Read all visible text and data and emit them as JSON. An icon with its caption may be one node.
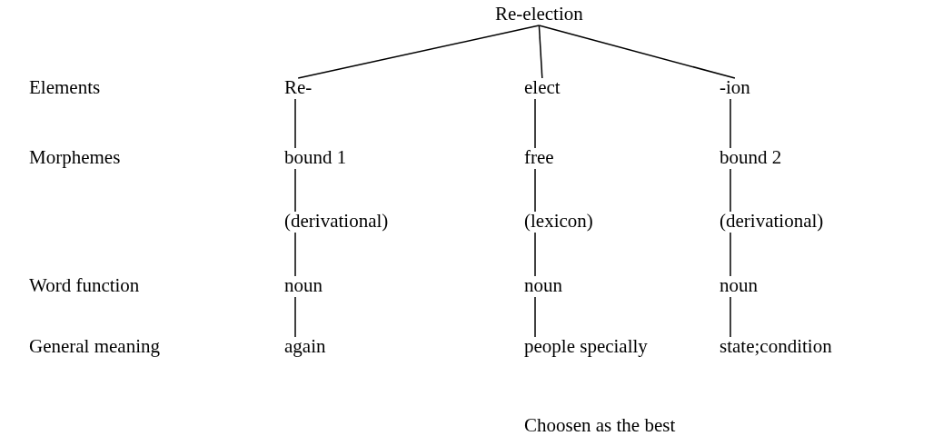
{
  "diagram": {
    "nodes": [
      {
        "text": [
          "Re-election"
        ]
      },
      {
        "text": [
          "Re-"
        ]
      },
      {
        "text": [
          "elect"
        ]
      },
      {
        "text": [
          "-ion"
        ]
      },
      {
        "text": [
          "bound 1"
        ]
      },
      {
        "text": [
          "free"
        ]
      },
      {
        "text": [
          "bound 2"
        ]
      },
      {
        "text": [
          "(derivational)"
        ]
      },
      {
        "text": [
          "(lexicon)"
        ]
      },
      {
        "text": [
          "(derivational)"
        ]
      },
      {
        "text": [
          "noun"
        ]
      },
      {
        "text": [
          "noun"
        ]
      },
      {
        "text": [
          "noun"
        ]
      },
      {
        "text": [
          "again"
        ]
      },
      {
        "text": [
          "people specially",
          "Choosen as the best"
        ]
      },
      {
        "text": [
          "state;condition"
        ]
      }
    ],
    "edges": [
      {
        "from": 0,
        "to": 1,
        "arrow": "none"
      },
      {
        "from": 0,
        "to": 2,
        "arrow": "none"
      },
      {
        "from": 0,
        "to": 3,
        "arrow": "none"
      },
      {
        "from": 1,
        "to": 4,
        "arrow": "none"
      },
      {
        "from": 4,
        "to": 7,
        "arrow": "none"
      },
      {
        "from": 7,
        "to": 10,
        "arrow": "none"
      },
      {
        "from": 10,
        "to": 13,
        "arrow": "none"
      },
      {
        "from": 2,
        "to": 5,
        "arrow": "none"
      },
      {
        "from": 5,
        "to": 8,
        "arrow": "none"
      },
      {
        "from": 8,
        "to": 11,
        "arrow": "none"
      },
      {
        "from": 11,
        "to": 14,
        "arrow": "none"
      },
      {
        "from": 3,
        "to": 6,
        "arrow": "none"
      },
      {
        "from": 6,
        "to": 9,
        "arrow": "none"
      },
      {
        "from": 9,
        "to": 12,
        "arrow": "none"
      },
      {
        "from": 12,
        "to": 15,
        "arrow": "none"
      }
    ],
    "labels": [
      "Elements",
      "Morphemes",
      "Word function",
      "General meaning"
    ]
  }
}
